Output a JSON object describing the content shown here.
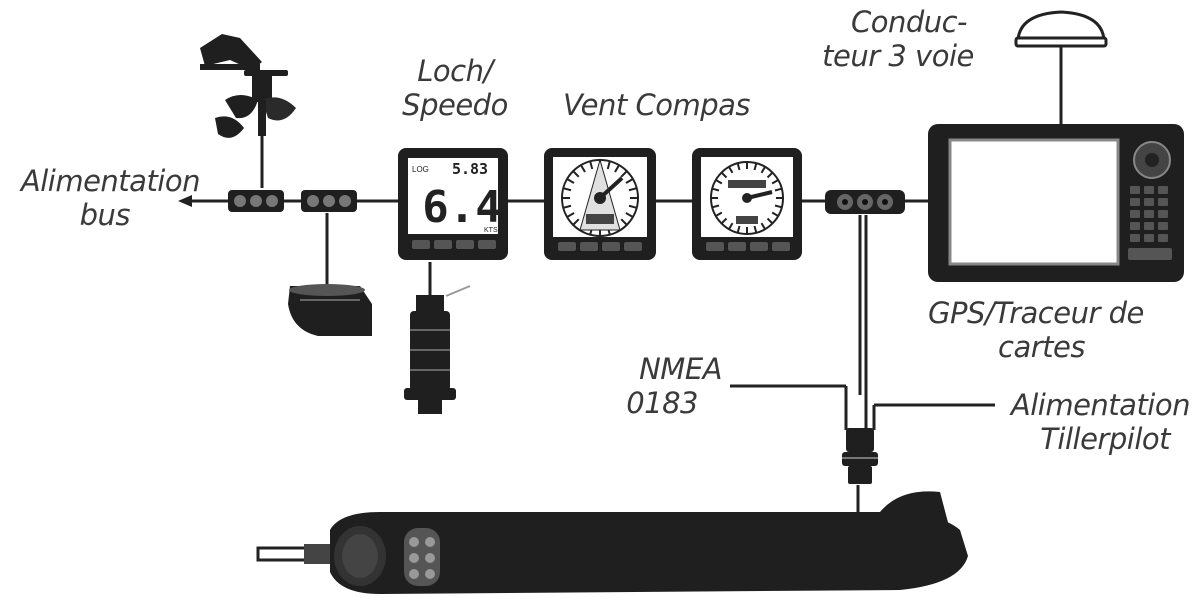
{
  "labels": {
    "power_bus": [
      "Alimentation",
      "bus"
    ],
    "speedo": [
      "Loch/",
      "Speedo"
    ],
    "wind_compass": "Vent Compas",
    "three_way": [
      "Conduc-",
      "teur 3 voie"
    ],
    "gps": [
      "GPS/Traceur de",
      "cartes"
    ],
    "nmea": [
      "NMEA",
      "0183"
    ],
    "tillerpilot_power": [
      "Alimentation",
      "Tillerpilot"
    ]
  },
  "speedo_display": {
    "top_left": "LOG",
    "top_value": "5.83",
    "main_value": "6.4",
    "unit": "KTS"
  },
  "colors": {
    "line": "#222222",
    "device": "#1f1f1f",
    "screen": "#ffffff",
    "text": "#3a3a3a"
  }
}
